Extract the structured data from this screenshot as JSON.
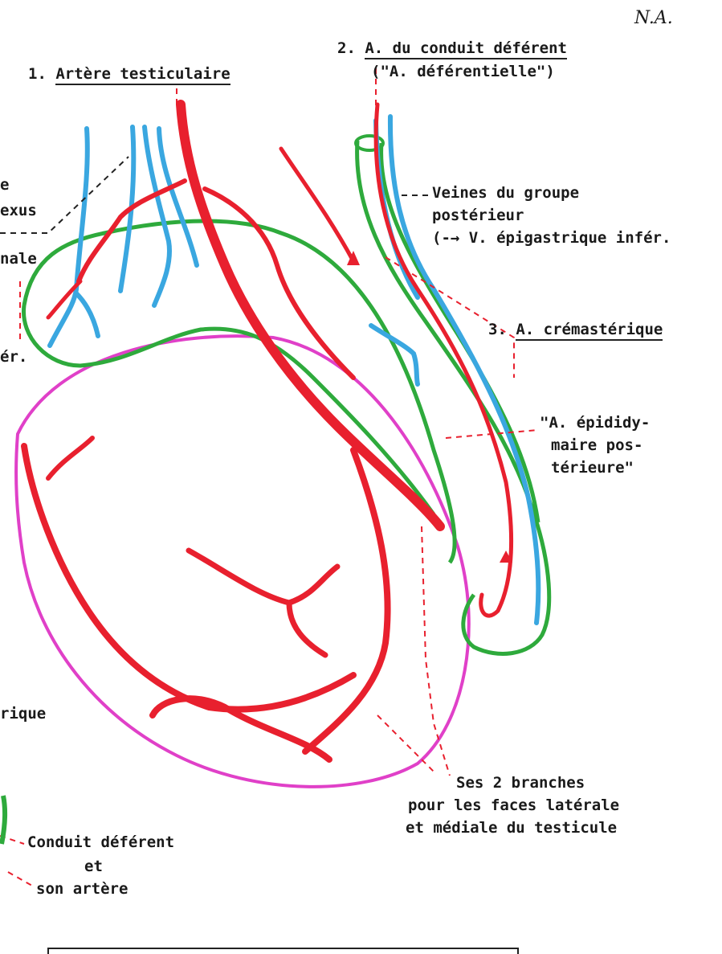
{
  "signature": "N.A.",
  "labels": {
    "l1": {
      "num": "1.",
      "text": "Artère testiculaire"
    },
    "l2": {
      "num": "2.",
      "text": "A. du conduit déférent",
      "sub": "(\"A. déférentielle\")"
    },
    "veines": [
      "Veines du groupe",
      "postérieur",
      "(-→ V. épigastrique infér."
    ],
    "l3": {
      "num": "3.",
      "text": "A. crémastérique"
    },
    "epididymaire": [
      "\"A. épididy-",
      "maire pos-",
      "térieure\""
    ],
    "branches": [
      "Ses 2 branches",
      "pour les faces latérale",
      "et médiale du testicule"
    ],
    "conduit": [
      "Conduit déférent",
      "et",
      "son artère"
    ],
    "left_cut": [
      "e",
      "exus",
      "nale",
      "ér.",
      "rique"
    ]
  },
  "colors": {
    "artery": "#e8202e",
    "vein": "#3aa7e0",
    "sheath": "#2eaa3c",
    "testis": "#e040c8",
    "leader": "#e8202e",
    "ink": "#1a1a1a"
  }
}
